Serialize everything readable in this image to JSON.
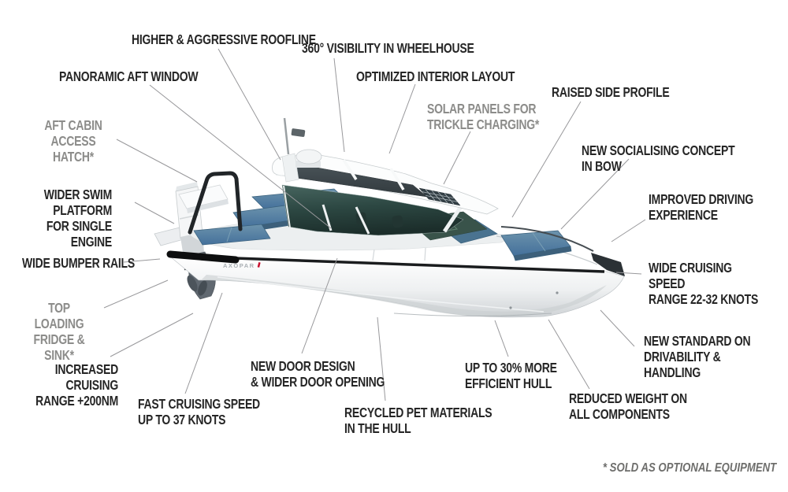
{
  "title": "Boat feature diagram",
  "boat": {
    "logo": "AXOPAR"
  },
  "colors": {
    "background": "#ffffff",
    "label_black": "#262626",
    "label_gray": "#8c8c8a",
    "footnote_gray": "#6e6e6c",
    "callout_line": "#98989b",
    "hull_stripe_black": "#17181a",
    "cushion_teal": "#5b84a0",
    "glass_green": "#2c4742",
    "roof_panel_gray": "#3c4549",
    "deck_pad_green": "#39534a",
    "logo_red": "#c8102e"
  },
  "labels": {
    "higher_roofline": {
      "text": "HIGHER & AGGRESSIVE ROOFLINE"
    },
    "visibility_360": {
      "text": "360° VISIBILITY IN WHEELHOUSE"
    },
    "panoramic_aft_window": {
      "text": "PANORAMIC AFT WINDOW"
    },
    "optimized_interior": {
      "text": "OPTIMIZED INTERIOR LAYOUT"
    },
    "solar_panels": {
      "text": "SOLAR PANELS FOR\nTRICKLE CHARGING*"
    },
    "raised_side_profile": {
      "text": "RAISED SIDE PROFILE"
    },
    "new_socialising": {
      "text": "NEW SOCIALISING CONCEPT IN BOW"
    },
    "improved_driving": {
      "text": "IMPROVED DRIVING\nEXPERIENCE"
    },
    "wide_cruising_speed": {
      "text": "WIDE CRUISING SPEED\nRANGE 22-32 KNOTS"
    },
    "new_standard": {
      "text": "NEW STANDARD ON\nDRIVABILITY & HANDLING"
    },
    "reduced_weight": {
      "text": "REDUCED WEIGHT ON\nALL COMPONENTS"
    },
    "efficient_hull": {
      "text": "UP TO 30% MORE\nEFFICIENT HULL"
    },
    "recycled_pet": {
      "text": "RECYCLED PET MATERIALS\nIN THE HULL"
    },
    "new_door": {
      "text": "NEW DOOR DESIGN\n& WIDER DOOR OPENING"
    },
    "fast_cruising": {
      "text": "FAST CRUISING SPEED\nUP TO 37 KNOTS"
    },
    "increased_cruising": {
      "text": "INCREASED CRUISING\nRANGE +200NM"
    },
    "top_loading": {
      "text": "TOP LOADING\nFRIDGE & SINK*"
    },
    "wide_bumper": {
      "text": "WIDE BUMPER RAILS"
    },
    "aft_cabin": {
      "text": "AFT CABIN\nACCESS HATCH*"
    },
    "wider_swim": {
      "text": "WIDER SWIM PLATFORM\nFOR SINGLE ENGINE"
    }
  },
  "footnote": "* SOLD AS OPTIONAL EQUIPMENT"
}
